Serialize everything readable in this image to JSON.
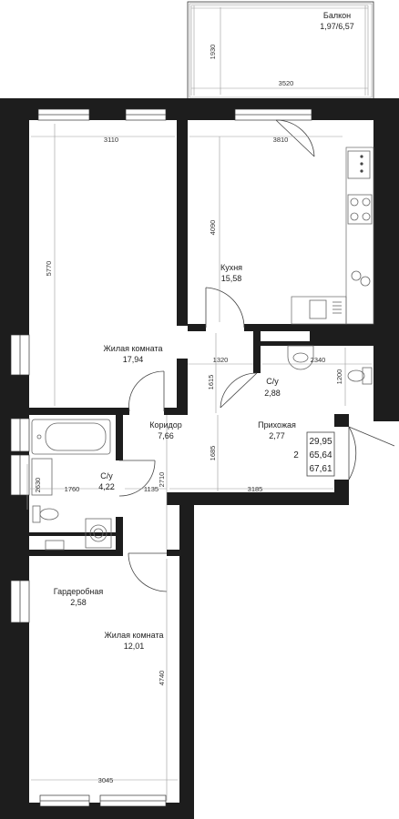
{
  "colors": {
    "wall": "#1d1d1d",
    "line": "#444444",
    "dimension_line": "#9a9a9a",
    "background": "#ffffff"
  },
  "rooms": {
    "balcony": {
      "name": "Балкон",
      "area": "1,97/6,57"
    },
    "living1": {
      "name": "Жилая комната",
      "area": "17,94"
    },
    "kitchen": {
      "name": "Кухня",
      "area": "15,58"
    },
    "bath1": {
      "name": "С/у",
      "area": "2,88"
    },
    "corridor": {
      "name": "Коридор",
      "area": "7,66"
    },
    "hall": {
      "name": "Прихожая",
      "area": "2,77"
    },
    "bath2": {
      "name": "С/у",
      "area": "4,22"
    },
    "wardrobe": {
      "name": "Гардеробная",
      "area": "2,58"
    },
    "living2": {
      "name": "Жилая комната",
      "area": "12,01"
    }
  },
  "dimensions": {
    "balcony_depth": "1930",
    "balcony_width": "3520",
    "living1_width": "3110",
    "kitchen_width": "3810",
    "living1_depth": "5770",
    "kitchen_depth": "4090",
    "corridor_1320": "1320",
    "bath1_width": "2340",
    "corridor_1615": "1615",
    "bath1_depth": "1200",
    "hall_1685": "1685",
    "bath2_depth": "2630",
    "bath2_width": "1760",
    "corridor_1135": "1135",
    "corridor_2710": "2710",
    "hall_width": "3185",
    "living2_depth": "4740",
    "living2_width": "3045"
  },
  "summary": {
    "rooms_count": "2",
    "living_area": "29,95",
    "total_area": "65,64",
    "total_with_balcony": "67,61"
  },
  "icons": [
    "window-icon",
    "door-swing-icon",
    "stove-icon",
    "sink-icon",
    "toilet-icon",
    "bathtub-icon",
    "washing-machine-icon"
  ]
}
